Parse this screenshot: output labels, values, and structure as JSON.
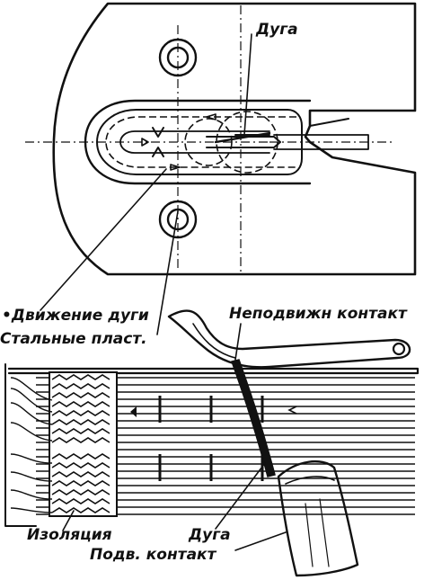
{
  "labels": {
    "arc_top": "Дуга",
    "arc_motion": "•Движение дуги",
    "steel_plates": "Стальные пласт.",
    "fixed_contact": "Неподвижн контакт",
    "insulation": "Изоляция",
    "arc_bottom": "Дуга",
    "moving_contact": "Подв. контакт"
  }
}
